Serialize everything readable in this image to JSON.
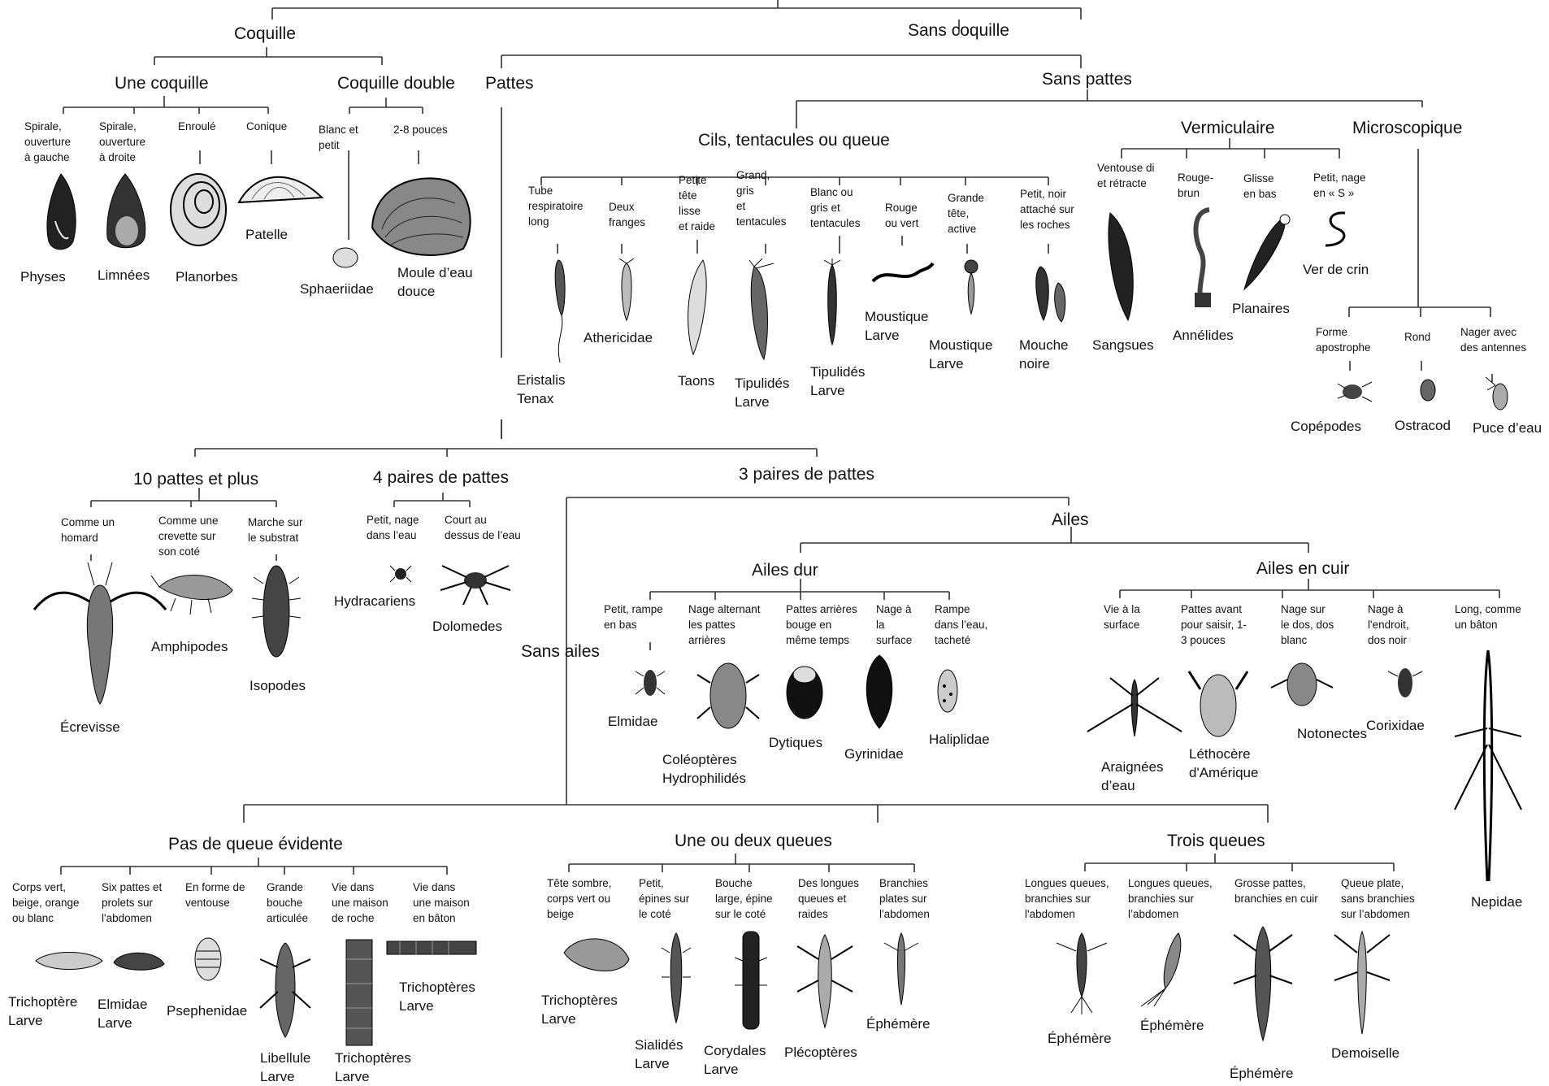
{
  "headings": {
    "coquille": "Coquille",
    "sans_coquille": "Sans coquille",
    "une_coquille": "Une coquille",
    "coquille_double": "Coquille double",
    "pattes": "Pattes",
    "sans_pattes": "Sans pattes",
    "cils": "Cils, tentacules ou queue",
    "vermiculaire": "Vermiculaire",
    "microscopique": "Microscopique",
    "dix_pattes": "10 pattes et plus",
    "quatre_paires": "4 paires de pattes",
    "trois_paires": "3 paires de pattes",
    "ailes": "Ailes",
    "ailes_dur": "Ailes dur",
    "ailes_cuir": "Ailes en cuir",
    "sans_ailes": "Sans ailes",
    "pas_de_queue": "Pas de queue évidente",
    "une_deux_queues": "Une ou deux queues",
    "trois_queues": "Trois queues"
  },
  "descriptors": {
    "spirale_gauche": "Spirale,\nouverture\nà gauche",
    "spirale_droite": "Spirale,\nouverture\nà droite",
    "enroule": "Enroulé",
    "conique": "Conique",
    "blanc_petit": "Blanc et\npetit",
    "deux_huit_pouces": "2-8 pouces",
    "tube_respiratoire": "Tube\nrespiratoire\nlong",
    "deux_franges": "Deux\nfranges",
    "petit_tete_lisse": "Petite\ntête\nlisse\net raide",
    "grand_gris": "Grand,\ngris\net\ntentacules",
    "blanc_gris_tentacules": "Blanc ou\ngris et\ntentacules",
    "rouge_vert": "Rouge\nou vert",
    "grande_tete": "Grande\ntête,\nactive",
    "petit_noir": "Petit, noir\nattaché sur\nles roches",
    "ventouse": "Ventouse di\net rétracte",
    "rouge_brun": "Rouge-\nbrun",
    "glisse": "Glisse\nen bas",
    "nage_s": "Petit, nage\nen « S »",
    "forme_apostrophe": "Forme\napostrophe",
    "rond": "Rond",
    "nager_antennes": "Nager avec\ndes antennes",
    "comme_homard": "Comme un\nhomard",
    "comme_crevette": "Comme une\ncrevette sur\nson coté",
    "marche_substrat": "Marche sur\nle substrat",
    "petit_nage_eau": "Petit, nage\ndans l’eau",
    "court_dessus": "Court au\ndessus de l’eau",
    "petit_rampe": "Petit, rampe\nen bas",
    "nage_alternant": "Nage alternant\nles pattes\narrières",
    "pattes_arrieres": "Pattes arrières\nbouge en\nmême temps",
    "nage_surface": "Nage à\nla\nsurface",
    "rampe_tachete": "Rampe\ndans l’eau,\ntacheté",
    "vie_surface": "Vie à la\nsurface",
    "pattes_avant": "Pattes avant\npour saisir, 1-\n3 pouces",
    "nage_dos": "Nage sur\nle dos, dos\nblanc",
    "nage_endroit": "Nage à\nl'endroit,\ndos noir",
    "long_baton": "Long, comme\nun bâton",
    "corps_vert": "Corps vert,\nbeige, orange\nou blanc",
    "six_pattes": "Six pattes et\nprolets sur\nl'abdomen",
    "forme_ventouse": "En forme de\nventouse",
    "grande_bouche": "Grande\nbouche\narticulée",
    "maison_roche": "Vie dans\nune maison\nde roche",
    "maison_baton": "Vie dans\nune maison\nen bâton",
    "tete_sombre": "Tête sombre,\ncorps vert ou\nbeige",
    "petit_epines": "Petit,\népines sur\nle coté",
    "bouche_large": "Bouche\nlarge, épine\nsur le coté",
    "longues_raides": "Des longues\nqueues et\nraides",
    "branchies_plates": "Branchies\nplates sur\nl'abdomen",
    "longues_branchies_1": "Longues queues,\nbranchies sur\nl'abdomen",
    "longues_branchies_2": "Longues queues,\nbranchies sur\nl’abdomen",
    "grosse_pattes": "Grosse pattes,\nbranchies en cuir",
    "queue_plate": "Queue plate,\nsans branchies\nsur l’abdomen"
  },
  "names": {
    "physes": "Physes",
    "limnees": "Limnées",
    "planorbes": "Planorbes",
    "patelle": "Patelle",
    "sphaeriidae": "Sphaeriidae",
    "moule": "Moule d’eau\ndouce",
    "eristalis": "Eristalis\nTenax",
    "athericidae": "Athericidae",
    "taons": "Taons",
    "tipulides_larve": "Tipulidés\nLarve",
    "tipulides_larve2": "Tipulidés\nLarve",
    "moustique_larve1": "Moustique\nLarve",
    "moustique_larve2": "Moustique\nLarve",
    "mouche_noire": "Mouche\nnoire",
    "sangsues": "Sangsues",
    "annelides": "Annélides",
    "planaires": "Planaires",
    "ver_crin": "Ver de crin",
    "copepodes": "Copépodes",
    "ostracod": "Ostracod",
    "puce": "Puce d’eau",
    "ecrevisse": "Écrevisse",
    "amphipodes": "Amphipodes",
    "isopodes": "Isopodes",
    "hydracariens": "Hydracariens",
    "dolomedes": "Dolomedes",
    "elmidae": "Elmidae",
    "coleopteres": "Coléoptères\nHydrophilidés",
    "dytiques": "Dytiques",
    "gyrinidae": "Gyrinidae",
    "haliplidae": "Haliplidae",
    "araignees": "Araignées\nd’eau",
    "lethocere": "Léthocère\nd'Amérique",
    "notonectes": "Notonectes",
    "corixidae": "Corixidae",
    "nepidae": "Nepidae",
    "trichoptere_larve": "Trichoptère\nLarve",
    "elmidae_larve": "Elmidae\nLarve",
    "psephenidae": "Psephenidae",
    "libellule": "Libellule\nLarve",
    "trichopteres_roche": "Trichoptères\nLarve",
    "trichopteres_baton": "Trichoptères\nLarve",
    "trichopteres_larve3": "Trichoptères\nLarve",
    "sialides": "Sialidés\nLarve",
    "corydales": "Corydales\nLarve",
    "plecopteres": "Plécoptères",
    "ephemere_1": "Éphémère",
    "ephemere_2": "Éphémère",
    "ephemere_3": "Éphémère",
    "ephemere_4": "Éphémère",
    "demoiselle": "Demoiselle"
  }
}
